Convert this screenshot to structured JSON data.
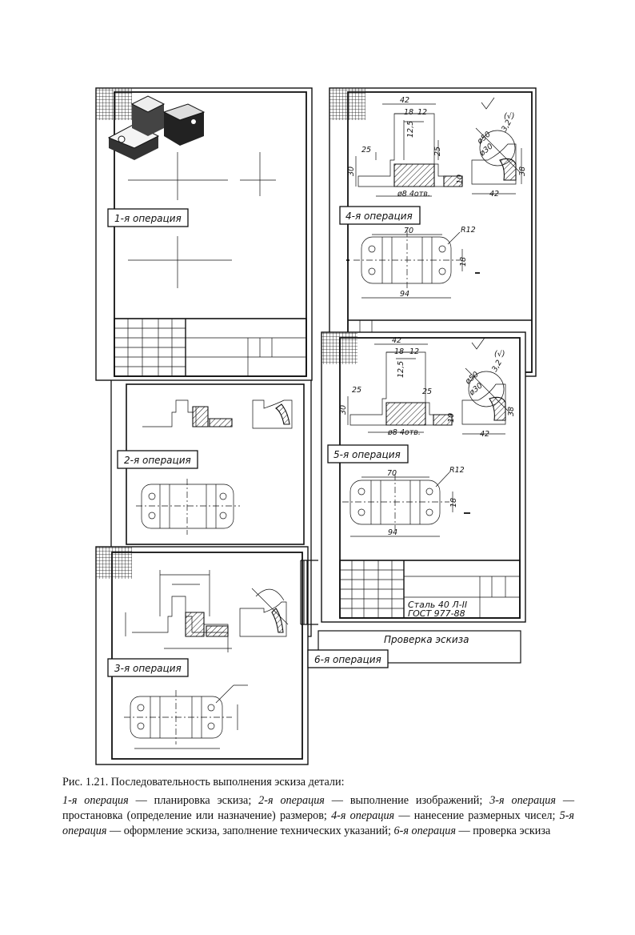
{
  "figure": {
    "panels": {
      "op1": "1-я операция",
      "op2": "2-я операция",
      "op3": "3-я операция",
      "op4": "4-я операция",
      "op5": "5-я операция",
      "op6": "6-я операция"
    },
    "check_label": "Проверка эскиза",
    "title_block": {
      "material": "Сталь 40 Л-II",
      "standard": "ГОСТ 977-88"
    },
    "dims_op4": {
      "d42": "42",
      "d18": "18",
      "d12": "12",
      "d125": "12,5",
      "d25": "25",
      "d25b": "25",
      "d30": "30",
      "d10": "10",
      "holes": "ø8 4отв.",
      "d42b": "42",
      "d50": "ø50",
      "d30b": "ø30",
      "d38": "38",
      "d32": "3,2",
      "roughness": "(√)",
      "d70": "70",
      "r12": "R12",
      "d94": "94",
      "d18b": "18"
    },
    "dims_op5": {
      "d42": "42",
      "d18": "18",
      "d12": "12",
      "d125": "12,5",
      "d25": "25",
      "d25b": "25",
      "d30": "30",
      "d10": "10",
      "holes": "ø8 4отв.",
      "d42b": "42",
      "d50": "ø50",
      "d30b": "ø30",
      "d38": "38",
      "d32": "3,2",
      "roughness": "(√)",
      "d70": "70",
      "r12": "R12",
      "d94": "94",
      "d18b": "18"
    }
  },
  "caption": {
    "title": "Рис. 1.21. Последовательность выполнения эскиза детали:",
    "op1": "1-я операция",
    "t1": " — планировка эскиза; ",
    "op2": "2-я операция",
    "t2": " — выполнение изображений; ",
    "op3": "3-я операция",
    "t3": " — простановка (определение или назначение) размеров; ",
    "op4": "4-я операция",
    "t4": " — нанесение размерных чисел; ",
    "op5": "5-я операция",
    "t5": " — оформление эскиза, заполнение технических указаний; ",
    "op6": "6-я операция",
    "t6": " — проверка эскиза"
  }
}
